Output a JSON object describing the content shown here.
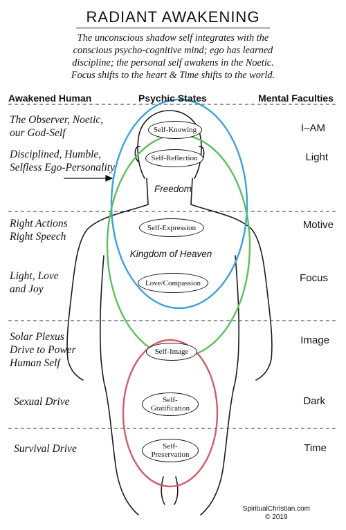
{
  "title": "RADIANT AWAKENING",
  "intro": [
    "The unconscious shadow self  integrates with the",
    "conscious  psycho-cognitive mind; ego has learned",
    "discipline; the personal self  awakens in the Noetic.",
    "Focus shifts to the heart & Time shifts to the world."
  ],
  "columns": {
    "left": "Awakened Human",
    "center": "Psychic States",
    "right": "Mental Faculties"
  },
  "left_labels": [
    [
      "The Observer, Noetic,",
      "our God-Self"
    ],
    [
      "Disciplined, Humble,",
      "Selfless Ego-Personality"
    ],
    [
      "Right Actions",
      "Right Speech"
    ],
    [
      "Light, Love",
      "and Joy"
    ],
    [
      "Solar Plexus",
      "Drive to Power",
      "Human Self"
    ],
    [
      "Sexual Drive"
    ],
    [
      "Survival Drive"
    ]
  ],
  "right_labels": [
    "I–AM",
    "Light",
    "Motive",
    "Focus",
    "Image",
    "Dark",
    "Time"
  ],
  "states": [
    "Self-Knowing",
    "Self-Reflection",
    "Self-Expression",
    "Love/Compassion",
    "Self-Image",
    "Self-\nGratification",
    "Self-\nPreservation"
  ],
  "regions": {
    "freedom": "Freedom",
    "kingdom": "Kingdom of Heaven"
  },
  "ellipse_colors": {
    "blue": "#3aa0dd",
    "green": "#5cbf5c",
    "red": "#d65a68"
  },
  "footer": {
    "site": "SpiritualChristian.com",
    "copyright": "© 2019"
  }
}
